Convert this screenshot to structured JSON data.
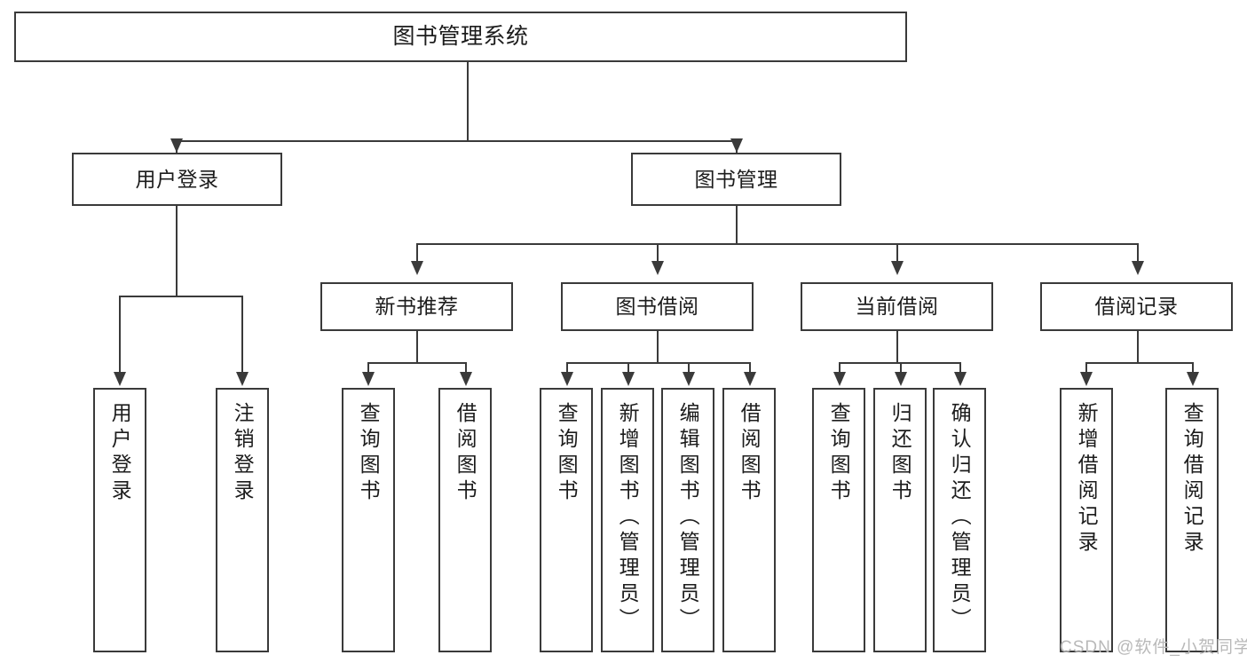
{
  "diagram": {
    "title": "图书管理系统",
    "type": "tree-structure-chart",
    "root": {
      "label": "图书管理系统"
    },
    "level2": [
      {
        "label": "用户登录"
      },
      {
        "label": "图书管理"
      }
    ],
    "level3": [
      {
        "label": "新书推荐"
      },
      {
        "label": "图书借阅"
      },
      {
        "label": "当前借阅"
      },
      {
        "label": "借阅记录"
      }
    ],
    "leaves": {
      "user_login": [
        {
          "label": "用户登录"
        },
        {
          "label": "注销登录"
        }
      ],
      "new_book_recommend": [
        {
          "label": "查询图书"
        },
        {
          "label": "借阅图书"
        }
      ],
      "book_borrow": [
        {
          "label": "查询图书"
        },
        {
          "label": "新增图书（管理员）"
        },
        {
          "label": "编辑图书（管理员）"
        },
        {
          "label": "借阅图书"
        }
      ],
      "current_borrow": [
        {
          "label": "查询图书"
        },
        {
          "label": "归还图书"
        },
        {
          "label": "确认归还（管理员）"
        }
      ],
      "borrow_record": [
        {
          "label": "新增借阅记录"
        },
        {
          "label": "查询借阅记录"
        }
      ]
    }
  },
  "watermark": {
    "text": "CSDN @软件_小贺同学"
  },
  "colors": {
    "stroke": "#3a3a3a",
    "fill": "#ffffff",
    "text": "#1c1c1c",
    "watermark": "#b9b9b9"
  }
}
